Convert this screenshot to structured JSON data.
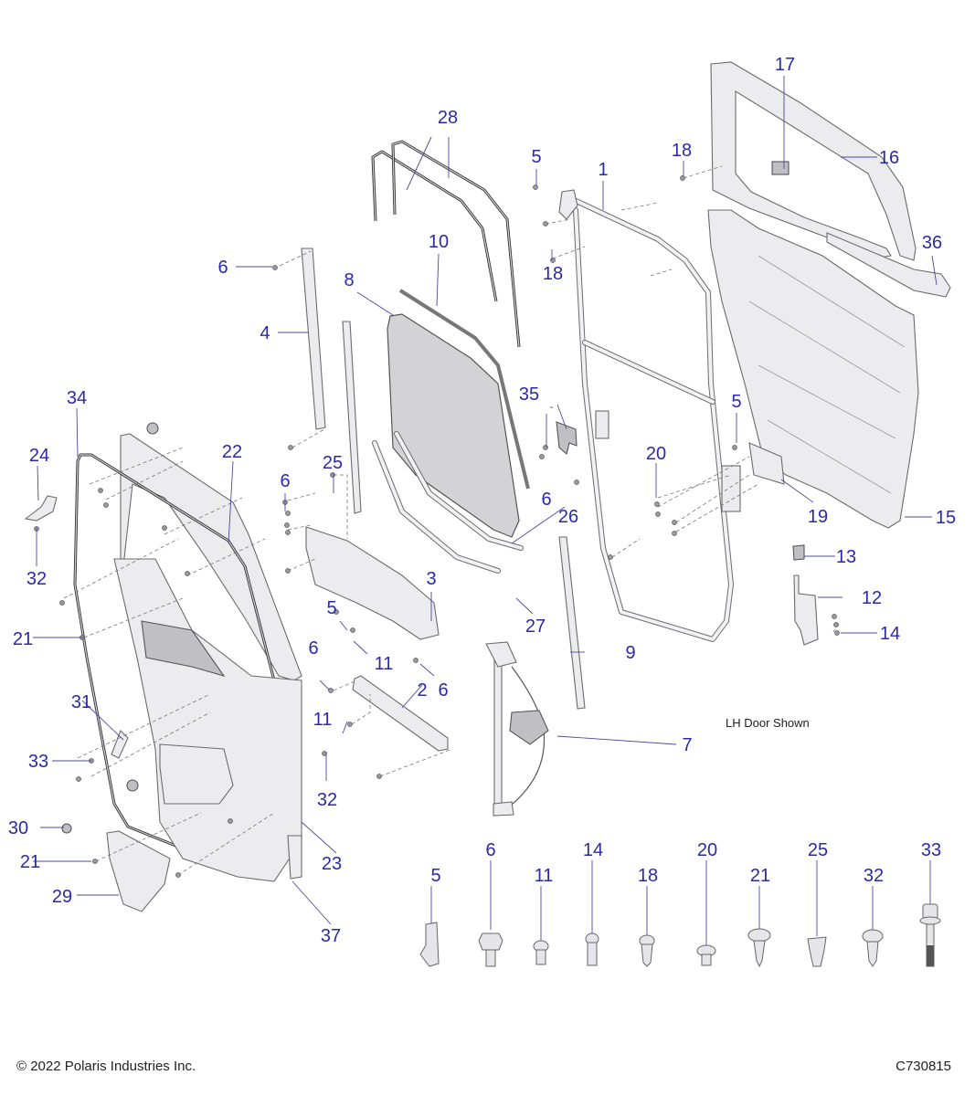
{
  "diagram": {
    "note": "LH Door Shown",
    "copyright": "© 2022 Polaris Industries Inc.",
    "drawing_id": "C730815",
    "callout_color": "#2a2aa8",
    "callouts": {
      "c1": "1",
      "c2": "2",
      "c3": "3",
      "c4": "4",
      "c5a": "5",
      "c5b": "5",
      "c5c": "5",
      "c6a": "6",
      "c6b": "6",
      "c6c": "6",
      "c6d": "6",
      "c6e": "6",
      "c7": "7",
      "c8": "8",
      "c9": "9",
      "c10": "10",
      "c11a": "11",
      "c11b": "11",
      "c12": "12",
      "c13": "13",
      "c14": "14",
      "c15": "15",
      "c16": "16",
      "c17": "17",
      "c18a": "18",
      "c18b": "18",
      "c19": "19",
      "c20": "20",
      "c21a": "21",
      "c21b": "21",
      "c22": "22",
      "c23": "23",
      "c24": "24",
      "c25": "25",
      "c26": "26",
      "c27": "27",
      "c28": "28",
      "c29": "29",
      "c30": "30",
      "c31": "31",
      "c32a": "32",
      "c32b": "32",
      "c33": "33",
      "c34": "34",
      "c35": "35",
      "c36": "36",
      "c37": "37"
    },
    "hardware_legend": [
      "5",
      "6",
      "11",
      "14",
      "18",
      "20",
      "21",
      "25",
      "32",
      "33"
    ]
  }
}
